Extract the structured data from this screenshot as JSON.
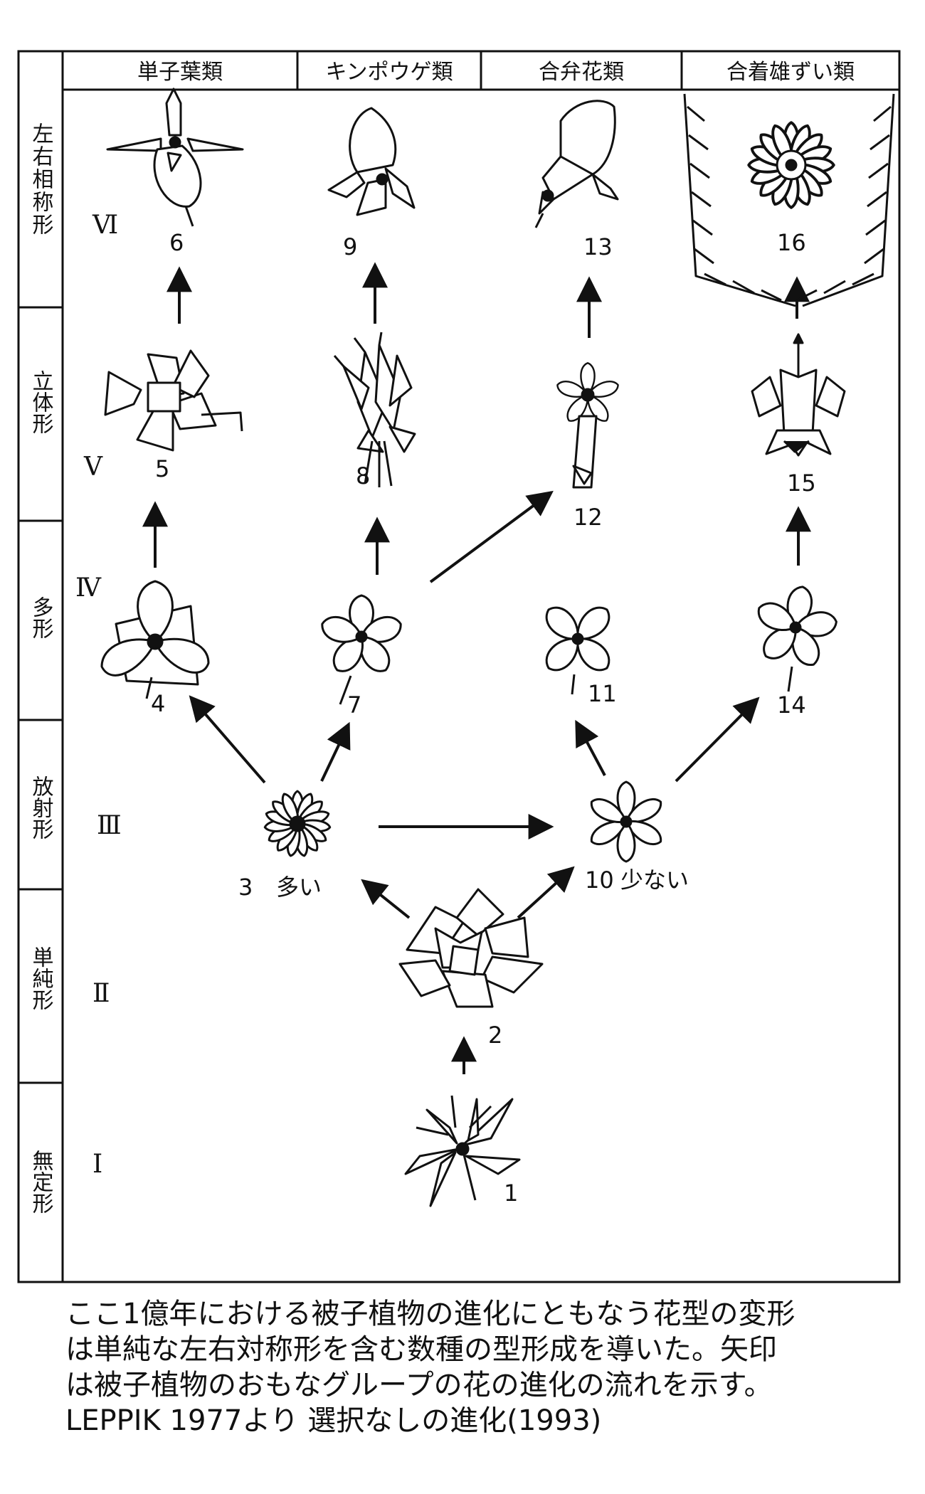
{
  "columns": [
    "単子葉類",
    "キンポウゲ類",
    "合弁花類",
    "合着雄ずい類"
  ],
  "rows": [
    {
      "label": "左右相称形",
      "numeral": "Ⅵ"
    },
    {
      "label": "立体形",
      "numeral": "Ⅴ"
    },
    {
      "label": "多形",
      "numeral": "Ⅳ"
    },
    {
      "label": "放射形",
      "numeral": "Ⅲ"
    },
    {
      "label": "単純形",
      "numeral": "Ⅱ"
    },
    {
      "label": "無定形",
      "numeral": "Ⅰ"
    }
  ],
  "flowers": {
    "f1": "1",
    "f2": "2",
    "f3": "3",
    "f3_note": "多い",
    "f4": "4",
    "f5": "5",
    "f6": "6",
    "f7": "7",
    "f8": "8",
    "f9": "9",
    "f10": "10",
    "f10_note": "少ない",
    "f11": "11",
    "f12": "12",
    "f13": "13",
    "f14": "14",
    "f15": "15",
    "f16": "16"
  },
  "caption": [
    "ここ1億年における被子植物の進化にともなう花型の変形",
    "は単純な左右対称形を含む数種の型形成を導いた。矢印",
    "は被子植物のおもなグループの花の進化の流れを示す。",
    "LEPPIK 1977より 選択なしの進化(1993)"
  ]
}
